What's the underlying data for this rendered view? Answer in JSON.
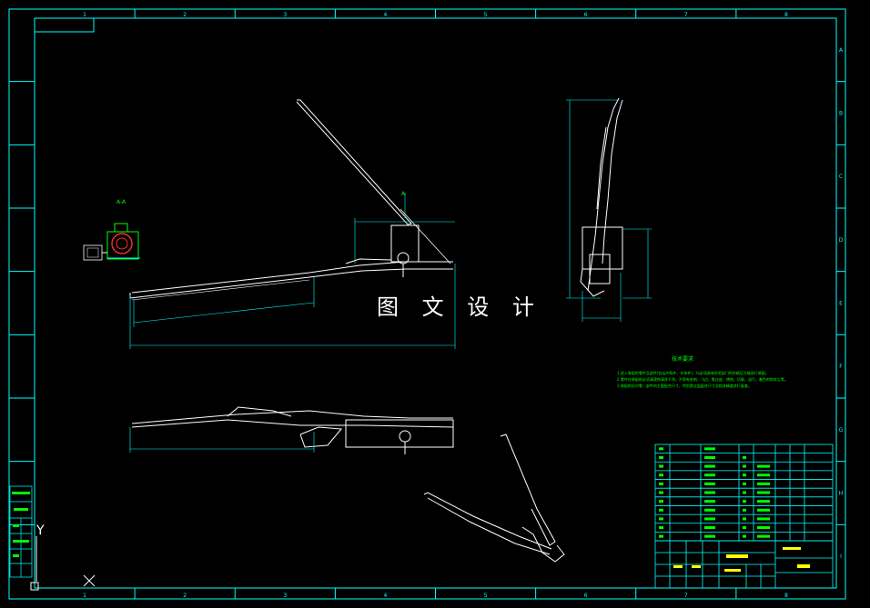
{
  "frame": {
    "column_numbers": [
      "1",
      "2",
      "3",
      "4",
      "5",
      "6",
      "7",
      "8"
    ],
    "row_letters": [
      "A",
      "B",
      "C",
      "D",
      "E",
      "F",
      "G",
      "H",
      "I"
    ]
  },
  "watermark_text": "图 文 设 计",
  "section_label": "A-A",
  "view_marker": "A",
  "ucs": {
    "y_axis": "Y"
  },
  "tech_requirements": {
    "title": "技术要求",
    "lines": [
      "1.进入装配的零件及部件(包括外购件、外协件)，均必须具有检验部门的合格证方能进行装配。",
      "2.零件在装配前必须清理和清洗干净，不得有毛刺、飞边、氧化皮、锈蚀、切屑、油污、着色剂和灰尘等。",
      "3.装配前应对零、部件的主要配合尺寸，特别是过盈配合尺寸及相关精度进行复查。"
    ]
  },
  "colors": {
    "frame": "#00ffff",
    "part_lines": "#ffffff",
    "dimension": "#00ffff",
    "notes": "#00ff00",
    "title_text": "#ffff00",
    "background": "#000000"
  }
}
